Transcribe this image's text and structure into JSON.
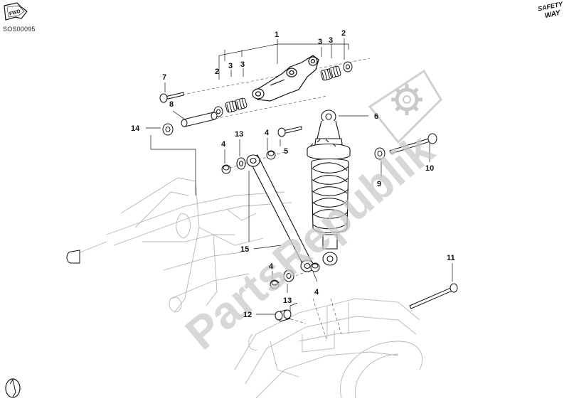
{
  "header": {
    "fwd_label": "FWD",
    "drawing_code": "SOS00095",
    "brand_line1": "SAFETY",
    "brand_line2": "WAY"
  },
  "watermark": {
    "text": "PartsRepublik"
  },
  "callouts": [
    {
      "id": "c1",
      "label": "1"
    },
    {
      "id": "c2a",
      "label": "2"
    },
    {
      "id": "c2b",
      "label": "2"
    },
    {
      "id": "c3a",
      "label": "3"
    },
    {
      "id": "c3b",
      "label": "3"
    },
    {
      "id": "c3c",
      "label": "3"
    },
    {
      "id": "c3d",
      "label": "3"
    },
    {
      "id": "c4a",
      "label": "4"
    },
    {
      "id": "c4b",
      "label": "4"
    },
    {
      "id": "c4c",
      "label": "4"
    },
    {
      "id": "c4d",
      "label": "4"
    },
    {
      "id": "c5",
      "label": "5"
    },
    {
      "id": "c6",
      "label": "6"
    },
    {
      "id": "c7",
      "label": "7"
    },
    {
      "id": "c8",
      "label": "8"
    },
    {
      "id": "c9",
      "label": "9"
    },
    {
      "id": "c10",
      "label": "10"
    },
    {
      "id": "c11",
      "label": "11"
    },
    {
      "id": "c12",
      "label": "12"
    },
    {
      "id": "c13a",
      "label": "13"
    },
    {
      "id": "c13b",
      "label": "13"
    },
    {
      "id": "c14",
      "label": "14"
    },
    {
      "id": "c15",
      "label": "15"
    }
  ],
  "colors": {
    "line": "#111111",
    "ghost": "#bbbbbb",
    "watermark": "#c8c8c8"
  }
}
